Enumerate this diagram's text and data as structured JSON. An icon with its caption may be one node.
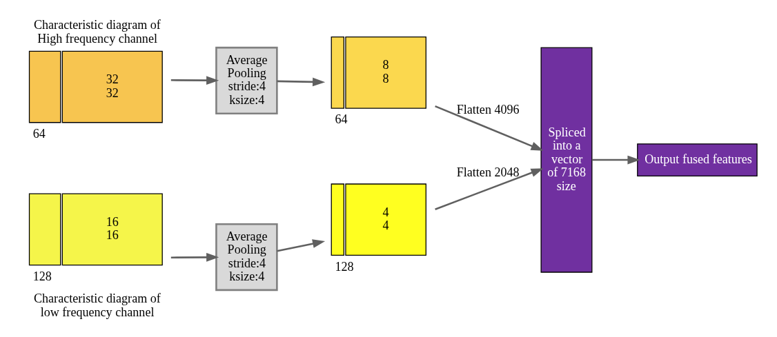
{
  "diagram": {
    "nodes": [
      {
        "text": [
          "Characteristic diagram of High frequency channel",
          "32",
          "32"
        ],
        "beside": [
          "64"
        ]
      },
      {
        "text": [
          "Average Pooling stride:4 ksize:4"
        ]
      },
      {
        "text": [
          "8",
          "8"
        ],
        "beside": [
          "64"
        ]
      },
      {
        "text": [
          "Spliced into a vector of 7168 size"
        ]
      },
      {
        "text": [
          "Output fused features"
        ]
      },
      {
        "text": [
          "16",
          "16",
          "Characteristic diagram of low frequency channel"
        ],
        "beside": [
          "128"
        ]
      },
      {
        "text": [
          "Average Pooling stride:4 ksize:4"
        ]
      },
      {
        "text": [
          "4",
          "4"
        ],
        "beside": [
          "128"
        ]
      }
    ],
    "edges": [
      {
        "from": 0,
        "to": 1,
        "arrow": "to"
      },
      {
        "from": 1,
        "to": 2,
        "arrow": "to"
      },
      {
        "from": 2,
        "to": 3,
        "arrow": "to",
        "label": "Flatten 4096"
      },
      {
        "from": 5,
        "to": 6,
        "arrow": "to"
      },
      {
        "from": 6,
        "to": 7,
        "arrow": "to"
      },
      {
        "from": 7,
        "to": 3,
        "arrow": "to",
        "label": "Flatten 2048"
      },
      {
        "from": 3,
        "to": 4,
        "arrow": "to"
      }
    ]
  }
}
